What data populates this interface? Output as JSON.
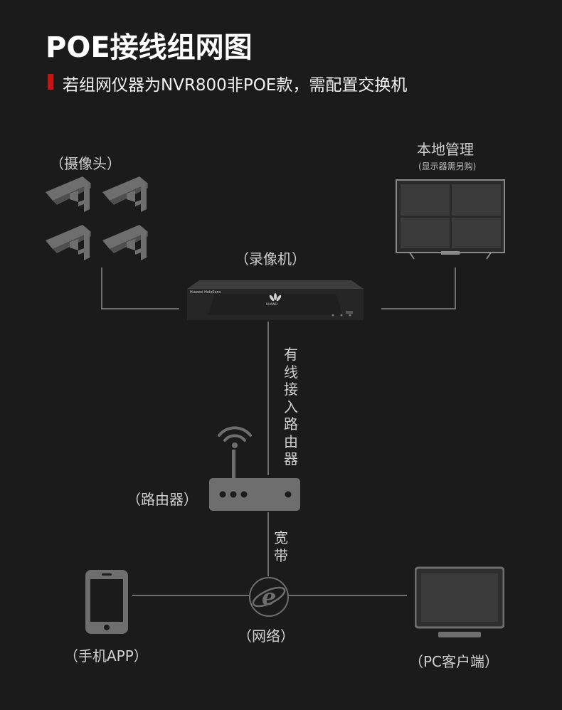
{
  "header": {
    "title": "POE接线组网图",
    "subtitle": "若组网仪器为NVR800非POE款，需配置交换机"
  },
  "labels": {
    "cameras": "（摄像头）",
    "local_mgmt": "本地管理",
    "local_mgmt_note": "(显示器需另购)",
    "recorder": "（录像机）",
    "wired_router": "有线接入路由器",
    "router": "（路由器）",
    "broadband": "宽带",
    "network": "（网络）",
    "phone_app": "（手机APP）",
    "pc_client": "（PC客户端）"
  },
  "nvr": {
    "brand_text": "Huawei HoloSens",
    "logo_text": "HUAWEI"
  },
  "icons": {
    "camera": "security-camera-icon",
    "monitor": "monitor-icon",
    "nvr": "nvr-recorder-icon",
    "wifi": "wifi-signal-icon",
    "router": "router-icon",
    "internet": "internet-explorer-icon",
    "phone": "smartphone-icon",
    "pc": "desktop-monitor-icon"
  },
  "colors": {
    "background": "#1b1b1b",
    "accent": "#cc1313",
    "icon_gray": "#6e6e6e",
    "line": "#8a8a8a"
  }
}
